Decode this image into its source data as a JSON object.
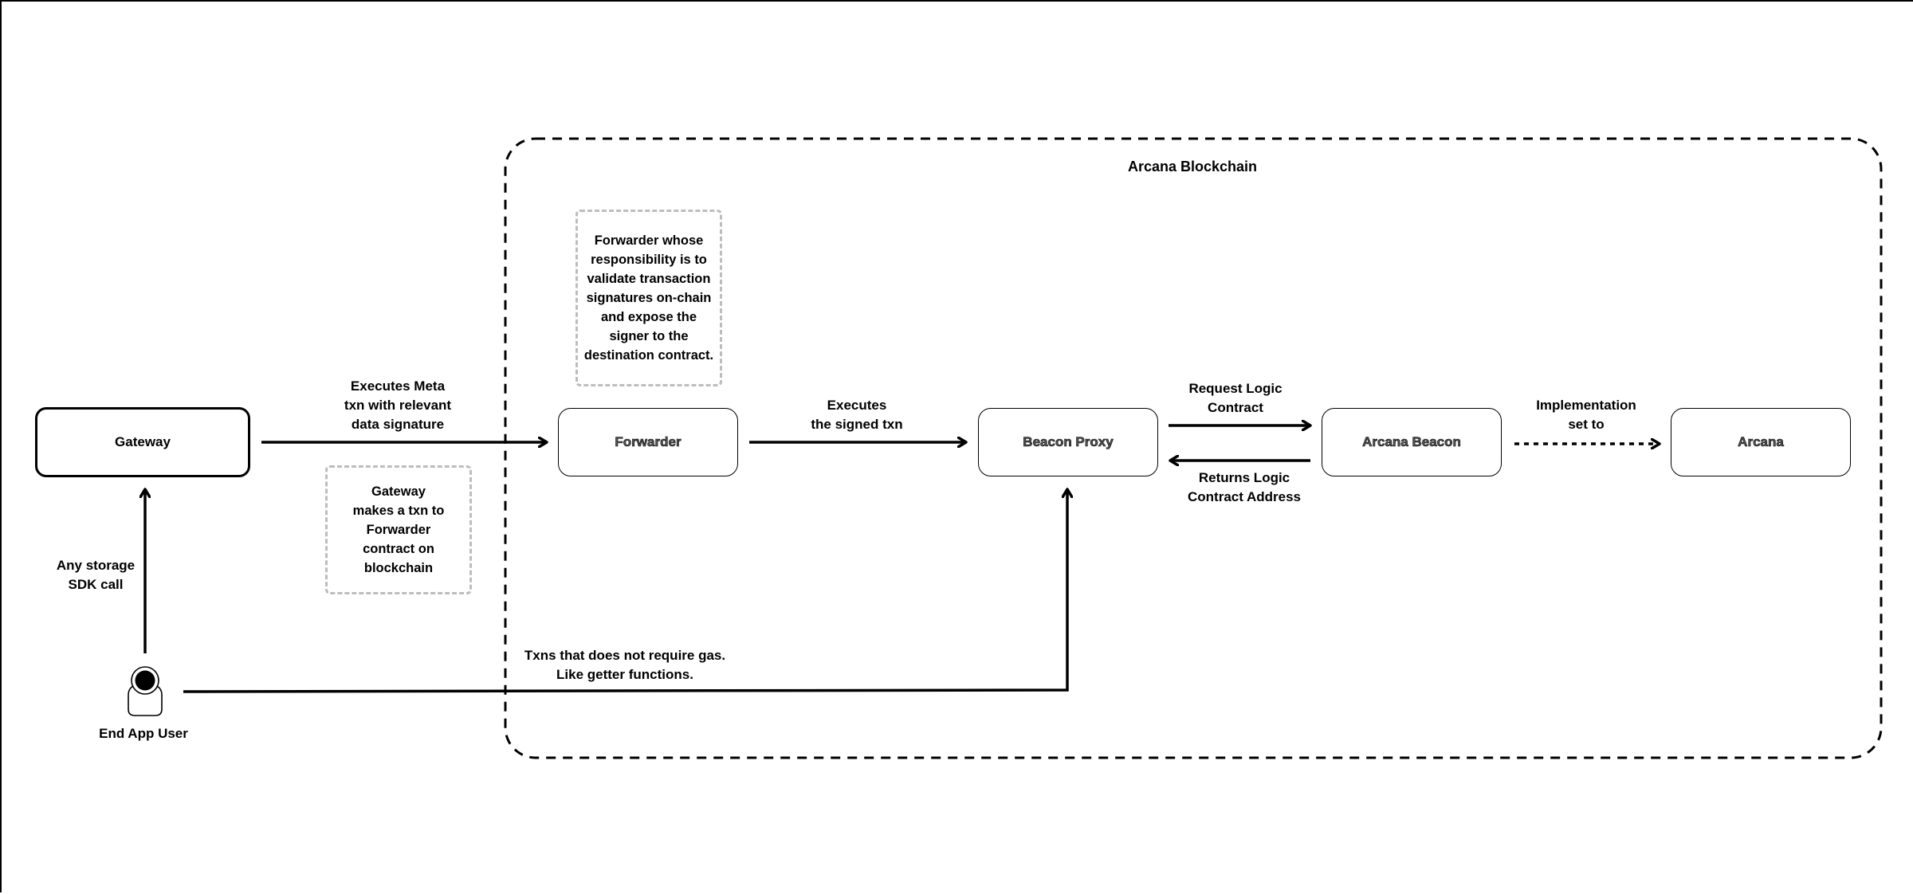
{
  "group": {
    "title": "Arcana Blockchain"
  },
  "nodes": {
    "gateway": "Gateway",
    "forwarder": "Forwarder",
    "beacon_proxy": "Beacon Proxy",
    "arcana_beacon": "Arcana Beacon",
    "arcana": "Arcana",
    "end_app_user": "End App User"
  },
  "notes": {
    "forwarder_note": "Forwarder whose\nresponsibility is to\nvalidate transaction\nsignatures on-chain\nand expose the\nsigner to the\ndestination contract.",
    "gateway_note": "Gateway\nmakes a txn to\nForwarder\ncontract on\nblockchain"
  },
  "edges": {
    "user_to_gateway": "Any storage\nSDK call",
    "gateway_to_forwarder": "Executes Meta\ntxn with relevant\ndata signature",
    "forwarder_to_proxy": "Executes\nthe signed txn",
    "proxy_to_beacon": "Request Logic\nContract",
    "beacon_to_proxy": "Returns Logic\nContract Address",
    "beacon_to_arcana": "Implementation\nset to",
    "user_to_proxy": "Txns that does not require gas.\nLike getter functions."
  },
  "icons": {
    "user": "person-icon"
  }
}
